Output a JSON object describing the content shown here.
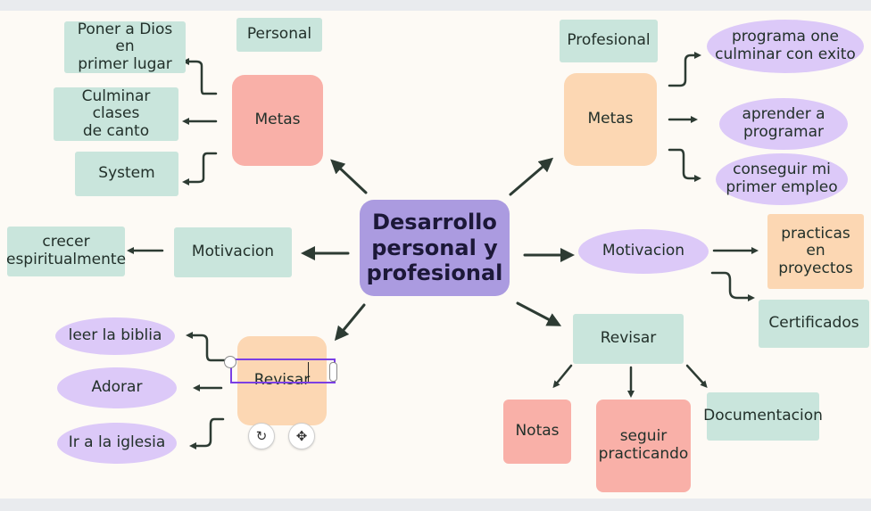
{
  "center": {
    "label": "Desarrollo\npersonal y\nprofesional"
  },
  "left": {
    "section_label": "Personal",
    "metas": {
      "label": "Metas",
      "items": [
        "Poner a Dios en\nprimer lugar",
        "Culminar clases\nde canto",
        "System"
      ]
    },
    "motivacion": {
      "label": "Motivacion",
      "item": "crecer\nespiritualmente"
    },
    "revisar": {
      "label": "Revisar",
      "items": [
        "leer la biblia",
        "Adorar",
        "Ir a la iglesia"
      ]
    }
  },
  "right": {
    "section_label": "Profesional",
    "metas": {
      "label": "Metas",
      "items": [
        "programa one\nculminar con exito",
        "aprender a\nprogramar",
        "conseguir mi\nprimer empleo"
      ]
    },
    "motivacion": {
      "label": "Motivacion",
      "items": [
        "practicas en\nproyectos",
        "Certificados"
      ]
    },
    "revisar": {
      "label": "Revisar",
      "items": [
        "Notas",
        "seguir\npracticando",
        "Documentacion"
      ]
    }
  },
  "toolbar": {
    "rotate_icon": "↻",
    "move_icon": "✥"
  },
  "colors": {
    "arrow": "#2d3b33",
    "selection": "#7b3fe4",
    "teal": "#c9e5dc",
    "pink": "#f9b0a8",
    "peach": "#fcd7b3",
    "lilac": "#dcc9f8",
    "center": "#ab9be0"
  }
}
